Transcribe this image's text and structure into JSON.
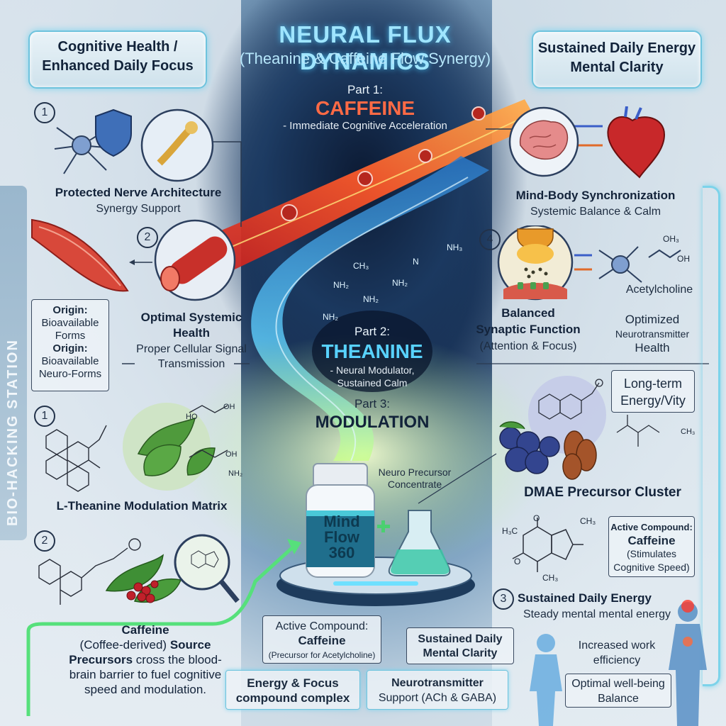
{
  "header": {
    "title": "NEURAL FLUX DYNAMICS",
    "subtitle": "(Theanine & Caffeine Flow Synergy)"
  },
  "top_left_box": {
    "line1": "Cognitive Health /",
    "line2": "Enhanced Daily Focus"
  },
  "top_right_box": {
    "line1": "Sustained Daily Energy",
    "line2": "Mental Clarity"
  },
  "part1": {
    "label": "Part 1:",
    "name": "CAFFEINE",
    "desc": "- Immediate Cognitive Acceleration"
  },
  "part2": {
    "label": "Part 2:",
    "name": "THEANINE",
    "desc1": "- Neural Modulator,",
    "desc2": "Sustained Calm"
  },
  "part3": {
    "label": "Part 3:",
    "name": "MODULATION"
  },
  "side_banner": "BIO-HACKING STATION",
  "left": {
    "n1": "1",
    "protected_title": "Protected Nerve Architecture",
    "protected_sub": "Synergy Support",
    "n2": "2",
    "optimal_title1": "Optimal Systemic",
    "optimal_title2": "Health",
    "optimal_sub1": "Proper Cellular Signal",
    "optimal_sub2": "Transmission",
    "origin_box": {
      "a_title": "Origin:",
      "a_line1": "Bioavailable",
      "a_line2": "Forms",
      "b_title": "Origin:",
      "b_line1": "Bioavailable",
      "b_line2": "Neuro-Forms"
    },
    "n3": "1",
    "theanine_matrix": "L-Theanine Modulation Matrix",
    "n4": "2",
    "caffeine_block": {
      "l1": "Caffeine",
      "l2a": "(Coffee-derived)",
      "l2b": "Source",
      "l3a": "Precursors",
      "l3b": "cross the blood-",
      "l4": "brain barrier to fuel cognitive",
      "l5": "speed and modulation."
    }
  },
  "right": {
    "mind_body_title": "Mind-Body Synchronization",
    "mind_body_sub": "Systemic Balance & Calm",
    "n4": "4",
    "synaptic_title1": "Balanced",
    "synaptic_title2": "Synaptic Function",
    "synaptic_sub": "(Attention & Focus)",
    "acetylcholine": "Acetylcholine",
    "optimized_box": {
      "l1": "Optimized",
      "l2": "Neurotransmitter",
      "l3": "Health"
    },
    "longterm_box": {
      "l1": "Long-term",
      "l2": "Energy/Vity"
    },
    "dmae": "DMAE Precursor Cluster",
    "active_box": {
      "l1": "Active Compound:",
      "l2": "Caffeine",
      "l3": "(Stimulates",
      "l4": "Cognitive Speed)"
    },
    "n3": "3",
    "sustained_title": "Sustained Daily Energy",
    "sustained_sub": "Steady mental mental energy",
    "increased1": "Increased work",
    "increased2": "efficiency",
    "optimal_wb1": "Optimal well-being",
    "optimal_wb2": "Balance"
  },
  "center": {
    "bottle_brand1": "Mind",
    "bottle_brand2": "Flow",
    "bottle_brand3": "360",
    "precursor1": "Neuro Precursor",
    "precursor2": "Concentrate",
    "active_compound": {
      "l1": "Active Compound:",
      "l2": "Caffeine",
      "l3": "(Precursor for Acetylcholine)"
    },
    "sustained_clarity": {
      "l1": "Sustained Daily",
      "l2": "Mental Clarity"
    },
    "energy_focus": {
      "l1": "Energy & Focus",
      "l2": "compound complex"
    },
    "neuro_support": {
      "l1": "Neurotransmitter",
      "l2": "Support (ACh & GABA)"
    }
  },
  "chem": {
    "nh2": "NH₂",
    "nh3": "NH₃",
    "oh": "OH",
    "oh3": "OH₃",
    "ho": "HO",
    "h3c": "H₃C",
    "ch3": "CH₃",
    "o": "O",
    "n": "N"
  },
  "colors": {
    "caffeine": "#ff6a45",
    "theanine": "#58d2ff",
    "glow": "#6ec3dd"
  }
}
